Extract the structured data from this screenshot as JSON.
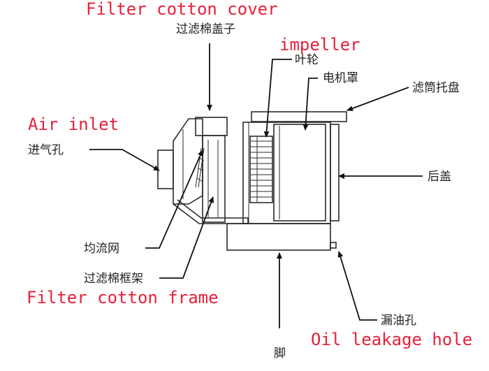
{
  "colors": {
    "english_label": "#e8203a",
    "chinese_label": "#222222",
    "line": "#2a2a2a"
  },
  "labels": {
    "filter_cotton_cover_en": "Filter cotton cover",
    "filter_cotton_cover_cn": "过滤棉盖子",
    "impeller_en": "impeller",
    "impeller_cn": "叶轮",
    "motor_cover_cn": "电机罩",
    "filter_tray_cn": "滤筒托盘",
    "air_inlet_en": "Air inlet",
    "air_inlet_cn": "进气孔",
    "rear_cover_cn": "后盖",
    "flow_mesh_cn": "均流网",
    "filter_frame_cn": "过滤棉框架",
    "filter_frame_en": "Filter cotton frame",
    "oil_hole_cn": "漏油孔",
    "oil_hole_en": "Oil leakage hole",
    "foot_cn": "脚"
  }
}
